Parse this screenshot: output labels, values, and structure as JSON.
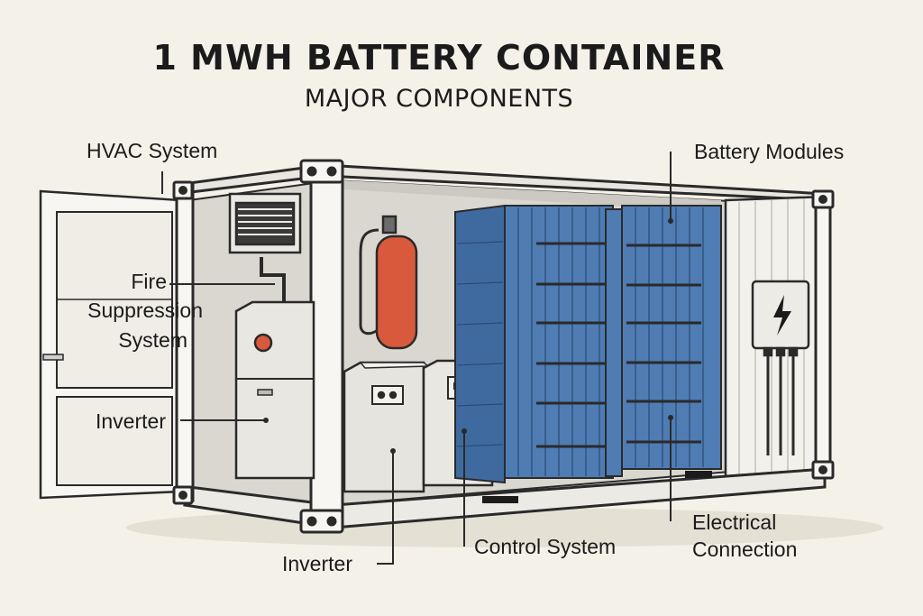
{
  "header": {
    "title": "1 MWH BATTERY CONTAINER",
    "subtitle": "MAJOR COMPONENTS"
  },
  "labels": {
    "hvac": "HVAC System",
    "fire_line1": "Fire",
    "fire_line2": "Suppression",
    "fire_line3": "System",
    "inverter_left": "Inverter",
    "inverter_bottom": "Inverter",
    "control": "Control System",
    "battery": "Battery Modules",
    "electrical_line1": "Electrical",
    "electrical_line2": "Connection"
  },
  "colors": {
    "background": "#f4f1e8",
    "battery_blue": "#4f7cb3",
    "extinguisher_red": "#d9593c",
    "container_white": "#f7f6f2",
    "outline": "#2a2a2a"
  },
  "icons": {
    "electrical_box": "lightning-bolt-icon"
  }
}
